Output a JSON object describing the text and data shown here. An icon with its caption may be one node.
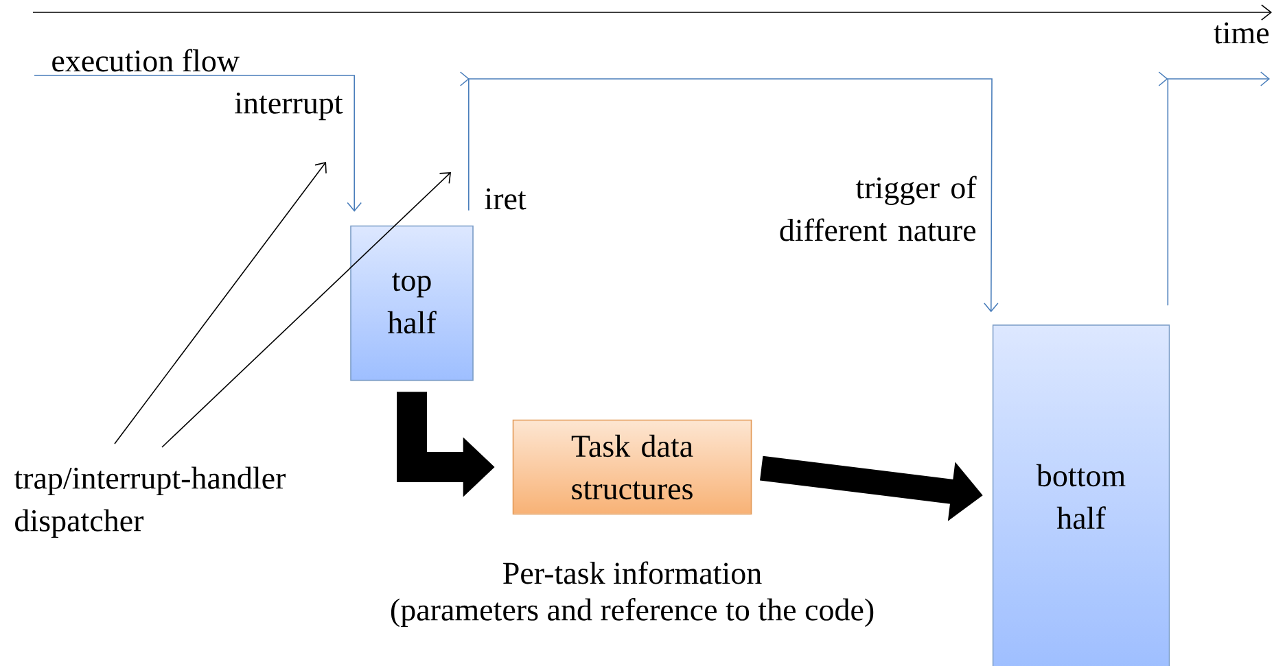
{
  "diagram": {
    "nodes": [
      {
        "text": [
          "top half"
        ]
      },
      {
        "text": [
          "Task data structures"
        ],
        "beside": [
          "Per-task information",
          "(parameters and reference to the code)"
        ]
      },
      {
        "text": [
          "bottom half"
        ]
      },
      {
        "text": [
          "trap/interrupt-handler dispatcher"
        ]
      }
    ],
    "edges": [
      {
        "from": null,
        "to": 0,
        "arrow": "to",
        "label": "interrupt",
        "color": "#4a7ebb"
      },
      {
        "from": 0,
        "to": 2,
        "arrow": "to",
        "label": "trigger of different nature",
        "color": "#4a7ebb"
      },
      {
        "from": 2,
        "to": null,
        "arrow": "to",
        "color": "#4a7ebb"
      },
      {
        "from": 0,
        "to": 1,
        "arrow": "to",
        "style": "thick"
      },
      {
        "from": 1,
        "to": 2,
        "arrow": "to",
        "style": "thick"
      },
      {
        "from": 3,
        "to": null,
        "arrow": "to"
      },
      {
        "from": 3,
        "to": null,
        "arrow": "to"
      }
    ],
    "labels": [
      "time",
      "execution flow",
      "iret"
    ]
  }
}
